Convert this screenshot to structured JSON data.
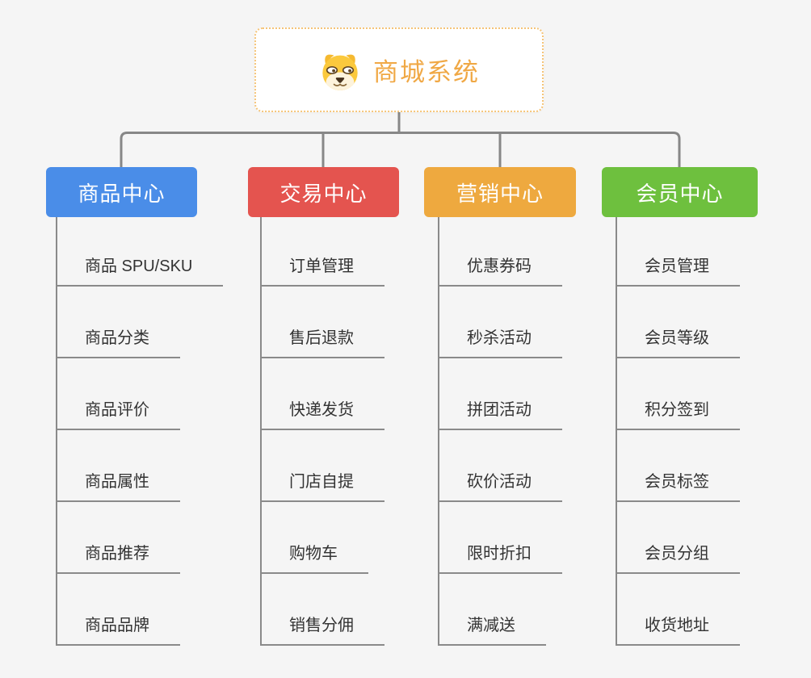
{
  "page": {
    "background_color": "#F5F5F5"
  },
  "connectors": {
    "color": "#878787",
    "child_line_color": "#8A8A8A"
  },
  "root": {
    "title": "商城系统",
    "icon": "shiba-dog-icon",
    "text_color": "#F0A845",
    "border_color": "#F5C478",
    "background_color": "#FFFFFF"
  },
  "branches": [
    {
      "label": "商品中心",
      "color": "#4A8DE8",
      "items": [
        "商品 SPU/SKU",
        "商品分类",
        "商品评价",
        "商品属性",
        "商品推荐",
        "商品品牌"
      ]
    },
    {
      "label": "交易中心",
      "color": "#E4544F",
      "items": [
        "订单管理",
        "售后退款",
        "快递发货",
        "门店自提",
        "购物车",
        "销售分佣"
      ]
    },
    {
      "label": "营销中心",
      "color": "#EEA93F",
      "items": [
        "优惠券码",
        "秒杀活动",
        "拼团活动",
        "砍价活动",
        "限时折扣",
        "满减送"
      ]
    },
    {
      "label": "会员中心",
      "color": "#6EC03E",
      "items": [
        "会员管理",
        "会员等级",
        "积分签到",
        "会员标签",
        "会员分组",
        "收货地址"
      ]
    }
  ]
}
